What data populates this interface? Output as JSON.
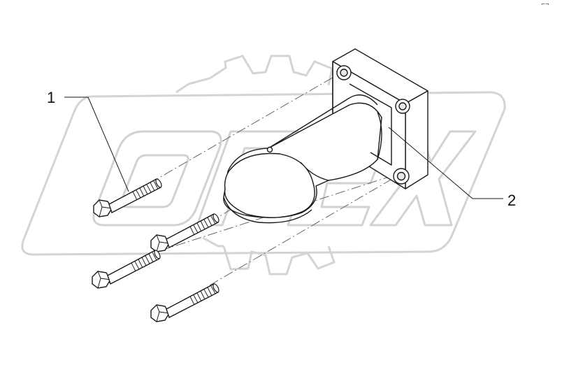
{
  "watermark": {
    "text": "OPEX",
    "color": "#d8d8d8"
  },
  "callouts": [
    {
      "id": "1",
      "label": "1",
      "part": "bolt"
    },
    {
      "id": "2",
      "label": "2",
      "part": "bracket"
    }
  ],
  "corner_mark": "⌐¬",
  "colors": {
    "line": "#1a1a1a",
    "dash": "#555555",
    "fill": "#ffffff"
  }
}
